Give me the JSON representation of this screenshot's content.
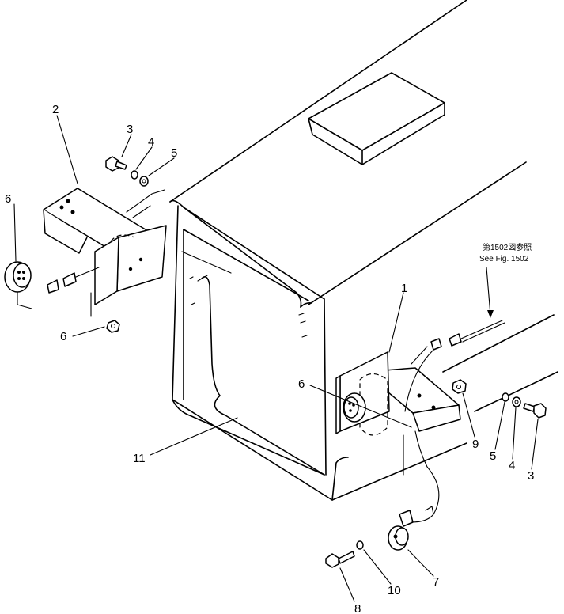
{
  "callouts": {
    "n1": "1",
    "n2": "2",
    "n3_left": "3",
    "n4_left": "4",
    "n5_left": "5",
    "n6_lamp_left": "6",
    "n6_nut_left": "6",
    "n6_right": "6",
    "n9": "9",
    "n5_right": "5",
    "n4_right": "4",
    "n3_right": "3",
    "n11": "11",
    "n7": "7",
    "n10": "10",
    "n8": "8"
  },
  "reference": {
    "jp": "第1502図参照",
    "en": "See Fig. 1502"
  }
}
